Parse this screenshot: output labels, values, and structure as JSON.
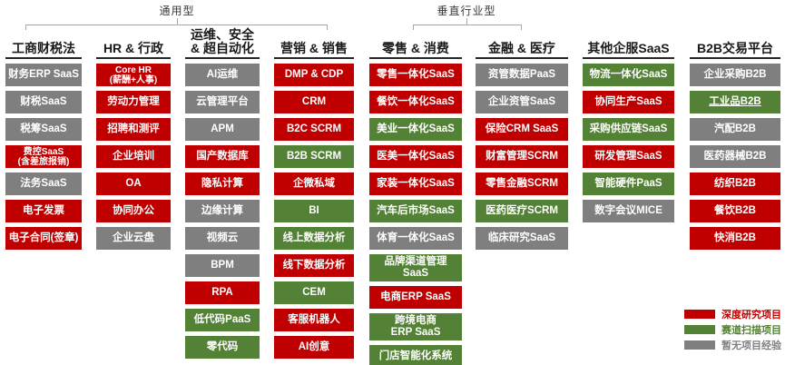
{
  "brackets": [
    {
      "label": "通用型"
    },
    {
      "label": "垂直行业型"
    }
  ],
  "status_colors": {
    "red": "#C00000",
    "green": "#538135",
    "gray": "#7F7F7F"
  },
  "legend": {
    "items": [
      {
        "label": "深度研究项目",
        "color": "#C00000",
        "status": "red"
      },
      {
        "label": "赛道扫描项目",
        "color": "#538135",
        "status": "green"
      },
      {
        "label": "暂无项目经验",
        "color": "#7F7F7F",
        "status": "gray"
      }
    ]
  },
  "columns": [
    {
      "header": "工商财税法",
      "items": [
        {
          "label": "财务ERP SaaS",
          "status": "gray"
        },
        {
          "label": "财税SaaS",
          "status": "gray"
        },
        {
          "label": "税筹SaaS",
          "status": "gray"
        },
        {
          "label": "费控SaaS\n(含差旅报销)",
          "status": "red"
        },
        {
          "label": "法务SaaS",
          "status": "gray"
        },
        {
          "label": "电子发票",
          "status": "red"
        },
        {
          "label": "电子合同(签章)",
          "status": "red"
        }
      ]
    },
    {
      "header": "HR & 行政",
      "items": [
        {
          "label": "Core HR\n(薪酬+人事)",
          "status": "red"
        },
        {
          "label": "劳动力管理",
          "status": "red"
        },
        {
          "label": "招聘和测评",
          "status": "red"
        },
        {
          "label": "企业培训",
          "status": "red"
        },
        {
          "label": "OA",
          "status": "red"
        },
        {
          "label": "协同办公",
          "status": "red"
        },
        {
          "label": "企业云盘",
          "status": "gray"
        }
      ]
    },
    {
      "header": "运维、安全\n& 超自动化",
      "items": [
        {
          "label": "AI运维",
          "status": "gray"
        },
        {
          "label": "云管理平台",
          "status": "gray"
        },
        {
          "label": "APM",
          "status": "gray"
        },
        {
          "label": "国产数据库",
          "status": "red"
        },
        {
          "label": "隐私计算",
          "status": "red"
        },
        {
          "label": "边缘计算",
          "status": "gray"
        },
        {
          "label": "视频云",
          "status": "gray"
        },
        {
          "label": "BPM",
          "status": "gray"
        },
        {
          "label": "RPA",
          "status": "red"
        },
        {
          "label": "低代码PaaS",
          "status": "green"
        },
        {
          "label": "零代码",
          "status": "green"
        }
      ]
    },
    {
      "header": "营销 & 销售",
      "items": [
        {
          "label": "DMP & CDP",
          "status": "red"
        },
        {
          "label": "CRM",
          "status": "red"
        },
        {
          "label": "B2C SCRM",
          "status": "red"
        },
        {
          "label": "B2B SCRM",
          "status": "green"
        },
        {
          "label": "企微私域",
          "status": "red"
        },
        {
          "label": "BI",
          "status": "green"
        },
        {
          "label": "线上数据分析",
          "status": "green"
        },
        {
          "label": "线下数据分析",
          "status": "red"
        },
        {
          "label": "CEM",
          "status": "green"
        },
        {
          "label": "客服机器人",
          "status": "red"
        },
        {
          "label": "AI创意",
          "status": "red"
        }
      ]
    },
    {
      "header": "零售 & 消费",
      "items": [
        {
          "label": "零售一体化SaaS",
          "status": "red"
        },
        {
          "label": "餐饮一体化SaaS",
          "status": "red"
        },
        {
          "label": "美业一体化SaaS",
          "status": "green"
        },
        {
          "label": "医美一体化SaaS",
          "status": "red"
        },
        {
          "label": "家装一体化SaaS",
          "status": "red"
        },
        {
          "label": "汽车后市场SaaS",
          "status": "green"
        },
        {
          "label": "体育一体化SaaS",
          "status": "gray"
        },
        {
          "label": "品牌渠道管理\nSaaS",
          "status": "green"
        },
        {
          "label": "电商ERP SaaS",
          "status": "red"
        },
        {
          "label": "跨境电商\nERP SaaS",
          "status": "green"
        },
        {
          "label": "门店智能化系统",
          "status": "green"
        }
      ]
    },
    {
      "header": "金融 & 医疗",
      "items": [
        {
          "label": "资管数据PaaS",
          "status": "gray"
        },
        {
          "label": "企业资管SaaS",
          "status": "gray"
        },
        {
          "label": "保险CRM SaaS",
          "status": "red"
        },
        {
          "label": "财富管理SCRM",
          "status": "red"
        },
        {
          "label": "零售金融SCRM",
          "status": "red"
        },
        {
          "label": "医药医疗SCRM",
          "status": "green"
        },
        {
          "label": "临床研究SaaS",
          "status": "gray"
        }
      ]
    },
    {
      "header": "其他企服SaaS",
      "items": [
        {
          "label": "物流一体化SaaS",
          "status": "green"
        },
        {
          "label": "协同生产SaaS",
          "status": "red"
        },
        {
          "label": "采购供应链SaaS",
          "status": "green"
        },
        {
          "label": "研发管理SaaS",
          "status": "red"
        },
        {
          "label": "智能硬件PaaS",
          "status": "green"
        },
        {
          "label": "数字会议MICE",
          "status": "gray"
        }
      ]
    },
    {
      "header": "B2B交易平台",
      "items": [
        {
          "label": "企业采购B2B",
          "status": "gray"
        },
        {
          "label": "工业品B2B",
          "status": "green",
          "underline": true
        },
        {
          "label": "汽配B2B",
          "status": "gray"
        },
        {
          "label": "医药器械B2B",
          "status": "gray"
        },
        {
          "label": "纺织B2B",
          "status": "red"
        },
        {
          "label": "餐饮B2B",
          "status": "red"
        },
        {
          "label": "快消B2B",
          "status": "red"
        }
      ]
    }
  ]
}
